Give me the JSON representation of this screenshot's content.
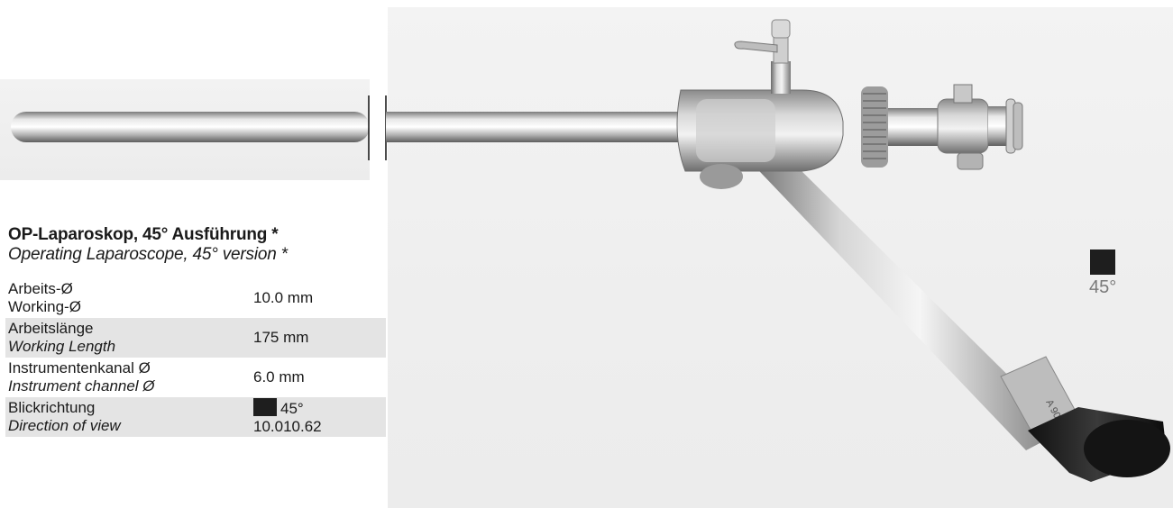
{
  "product": {
    "title_de": "OP-Laparoskop, 45° Ausführung *",
    "title_en": "Operating Laparoscope, 45° version *"
  },
  "specs": [
    {
      "label_de": "Arbeits-Ø",
      "label_en": "Working-Ø",
      "value": "10.0 mm",
      "shaded": false
    },
    {
      "label_de": "Arbeitslänge",
      "label_en": "Working Length",
      "value": "175 mm",
      "shaded": true
    },
    {
      "label_de": "Instrumentenkanal Ø",
      "label_en": "Instrument channel Ø",
      "value": "6.0 mm",
      "shaded": false
    },
    {
      "label_de": "Blickrichtung",
      "label_en": "Direction of view",
      "value": "45°",
      "article_number": "10.010.62",
      "shaded": true
    }
  ],
  "view_indicator": {
    "label": "45°",
    "swatch_color": "#1e1e1e"
  },
  "engraving": "A 90"
}
